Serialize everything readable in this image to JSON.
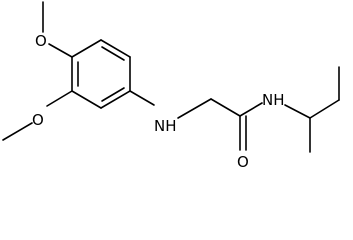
{
  "structure": {
    "colors": {
      "bond": "#000000",
      "label": "#000000",
      "background": "#ffffff"
    },
    "atoms": {
      "methoxy_top_o": "O",
      "methoxy_bottom_o": "O",
      "amine": "NH",
      "amide_n": "NH",
      "carbonyl_o": "O"
    }
  }
}
